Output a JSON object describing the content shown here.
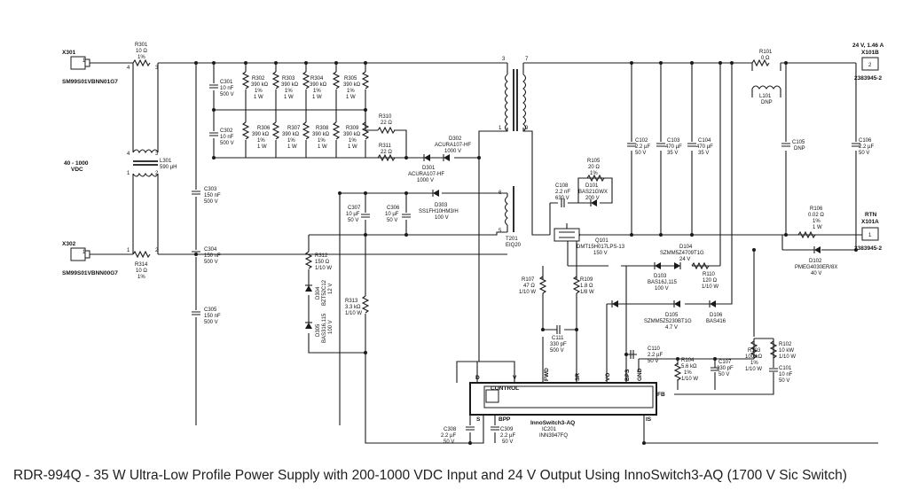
{
  "caption": "RDR-994Q - 35 W Ultra-Low Profile Power Supply with 200-1000 VDC Input and 24 V Output Using InnoSwitch3-AQ (1700 V Sic Switch)",
  "connectors": {
    "x301": [
      "X301",
      "SM99S01VBNN01G7"
    ],
    "x302": [
      "X302",
      "SM99S01VBNN00G7"
    ],
    "x101b": [
      "24 V, 1.46 A",
      "X101B",
      "2383945-2"
    ],
    "x101a": [
      "RTN",
      "X101A",
      "2383945-2"
    ]
  },
  "input_label": [
    "40 - 1000",
    "VDC"
  ],
  "components": {
    "r301": [
      "R301",
      "10 Ω",
      "1%"
    ],
    "r314": [
      "R314",
      "10 Ω",
      "1%"
    ],
    "l301": [
      "L301",
      "590 µH"
    ],
    "c301": [
      "C301",
      "10 nF",
      "500 V"
    ],
    "c302": [
      "C302",
      "10 nF",
      "500 V"
    ],
    "c303": [
      "C303",
      "150 nF",
      "500 V"
    ],
    "c304": [
      "C304",
      "150 nF",
      "500 V"
    ],
    "c305": [
      "C305",
      "150 nF",
      "500 V"
    ],
    "r302": [
      "R302",
      "390 kΩ",
      "1%",
      "1 W"
    ],
    "r303": [
      "R303",
      "390 kΩ",
      "1%",
      "1 W"
    ],
    "r304": [
      "R304",
      "390 kΩ",
      "1%",
      "1 W"
    ],
    "r305": [
      "R305",
      "390 kΩ",
      "1%",
      "1 W"
    ],
    "r306": [
      "R306",
      "390 kΩ",
      "1%",
      "1 W"
    ],
    "r307": [
      "R307",
      "390 kΩ",
      "1%",
      "1 W"
    ],
    "r308": [
      "R308",
      "390 kΩ",
      "1%",
      "1 W"
    ],
    "r309": [
      "R309",
      "390 kΩ",
      "1%",
      "1 W"
    ],
    "r310": [
      "R310",
      "22 Ω"
    ],
    "r311": [
      "R311",
      "22 Ω"
    ],
    "d302": [
      "D302",
      "ACURA107-HF",
      "1000 V"
    ],
    "d301": [
      "D301",
      "ACURA107-HF",
      "1000 V"
    ],
    "d303": [
      "D303",
      "SS1FH10HM3/H",
      "100 V"
    ],
    "c307": [
      "C307",
      "10 µF",
      "50 V"
    ],
    "c306": [
      "C306",
      "10 µF",
      "50 V"
    ],
    "r312": [
      "R312",
      "150 Ω",
      "1/10 W"
    ],
    "d304": [
      "D304",
      "BZT52C12",
      "12 V"
    ],
    "r313": [
      "R313",
      "3.3 kΩ",
      "1/10 W"
    ],
    "d305": [
      "D305",
      "BAS316,115",
      "100 V"
    ],
    "t201": [
      "T201",
      "EIQ20"
    ],
    "c108": [
      "C108",
      "2.2 nF",
      "630 V"
    ],
    "r105": [
      "R105",
      "20 Ω",
      "1%"
    ],
    "d101": [
      "D101",
      "BAS21GWX",
      "200 V"
    ],
    "q101": [
      "Q101",
      "DMT15H017LPS-13",
      "150 V"
    ],
    "c102": [
      "C102",
      "2.2 µF",
      "50 V"
    ],
    "c103": [
      "C103",
      "470 µF",
      "35 V"
    ],
    "c104": [
      "C104",
      "470 µF",
      "35 V"
    ],
    "r101": [
      "R101",
      "0 Ω"
    ],
    "l101": [
      "L101",
      "DNP"
    ],
    "c105": [
      "C105",
      "DNP"
    ],
    "c106": [
      "C106",
      "2.2 µF",
      "50 V"
    ],
    "r106": [
      "R106",
      "0.02 Ω",
      "1%",
      "1 W"
    ],
    "d102": [
      "D102",
      "PMEG4030ER/8X",
      "40 V"
    ],
    "d104": [
      "D104",
      "SZMM5Z4709T1G",
      "24 V"
    ],
    "d103": [
      "D103",
      "BAS16J,115",
      "100 V"
    ],
    "r110": [
      "R110",
      "120 Ω",
      "1/10 W"
    ],
    "r107": [
      "R107",
      "47 Ω",
      "1/10 W"
    ],
    "r109": [
      "R109",
      "1.8 Ω",
      "1/8 W"
    ],
    "d105": [
      "D105",
      "SZMM5Z5230BT1G",
      "4.7 V"
    ],
    "d106": [
      "D106",
      "BAS416"
    ],
    "c111": [
      "C111",
      "330 pF",
      "500 V"
    ],
    "c110": [
      "C110",
      "2.2 µF",
      "50 V"
    ],
    "r104": [
      "R104",
      "5.6 kΩ",
      "1%",
      "1/10 W"
    ],
    "c107": [
      "C107",
      "330 pF",
      "50 V"
    ],
    "r103": [
      "R103",
      "100 kΩ",
      "1%",
      "1/10 W"
    ],
    "r102": [
      "R102",
      "10 kW",
      "1/10 W"
    ],
    "c101": [
      "C101",
      "10 nF",
      "50 V"
    ],
    "c308": [
      "C308",
      "2.2 µF",
      "50 V"
    ],
    "c309": [
      "C309",
      "2.2 µF",
      "50 V"
    ]
  },
  "ic": {
    "name": "InnoSwitch3-AQ",
    "ref": "IC201",
    "part": "INN3947FQ",
    "control": "CONTROL",
    "pins": {
      "d": "D",
      "v": "V",
      "s": "S",
      "bpp": "BPP",
      "fwd": "FWD",
      "sr": "SR",
      "vo": "VO",
      "bps": "BPS",
      "gnd": "GND",
      "fb": "FB",
      "is": "IS"
    }
  },
  "pin_numbers": {
    "p1": "1",
    "p2": "2",
    "p3": "3",
    "p4": "4",
    "p5": "5",
    "p6": "6",
    "p7": "7",
    "p9": "9"
  }
}
